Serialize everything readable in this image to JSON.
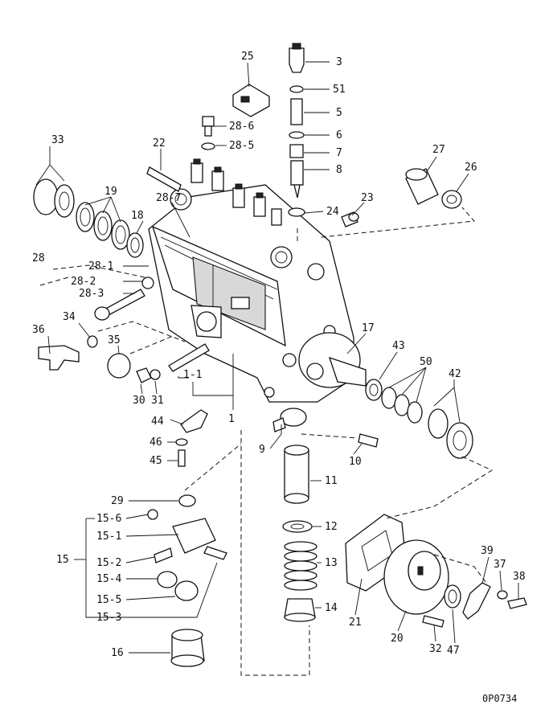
{
  "drawing_code": "0P0734",
  "callouts": {
    "c25": "25",
    "c3": "3",
    "c51": "51",
    "c5": "5",
    "c6": "6",
    "c7": "7",
    "c8": "8",
    "c28_6": "28-6",
    "c28_5": "28-5",
    "c22": "22",
    "c33": "33",
    "c27": "27",
    "c26": "26",
    "c19": "19",
    "c28_7": "28-7",
    "c23": "23",
    "c24": "24",
    "c18": "18",
    "c28": "28",
    "c28_1": "28-1",
    "c28_2": "28-2",
    "c28_3": "28-3",
    "c34": "34",
    "c36": "36",
    "c35": "35",
    "c17": "17",
    "c43": "43",
    "c50": "50",
    "c42": "42",
    "c30": "30",
    "c31": "31",
    "c1_1": "1-1",
    "c1": "1",
    "c44": "44",
    "c46": "46",
    "c45": "45",
    "c9": "9",
    "c10": "10",
    "c11": "11",
    "c29": "29",
    "c15_6": "15-6",
    "c15_1": "15-1",
    "c12": "12",
    "c15": "15",
    "c15_2": "15-2",
    "c13": "13",
    "c15_4": "15-4",
    "c15_5": "15-5",
    "c15_3": "15-3",
    "c14": "14",
    "c39": "39",
    "c37": "37",
    "c38": "38",
    "c21": "21",
    "c20": "20",
    "c32": "32",
    "c47": "47",
    "c16": "16"
  }
}
